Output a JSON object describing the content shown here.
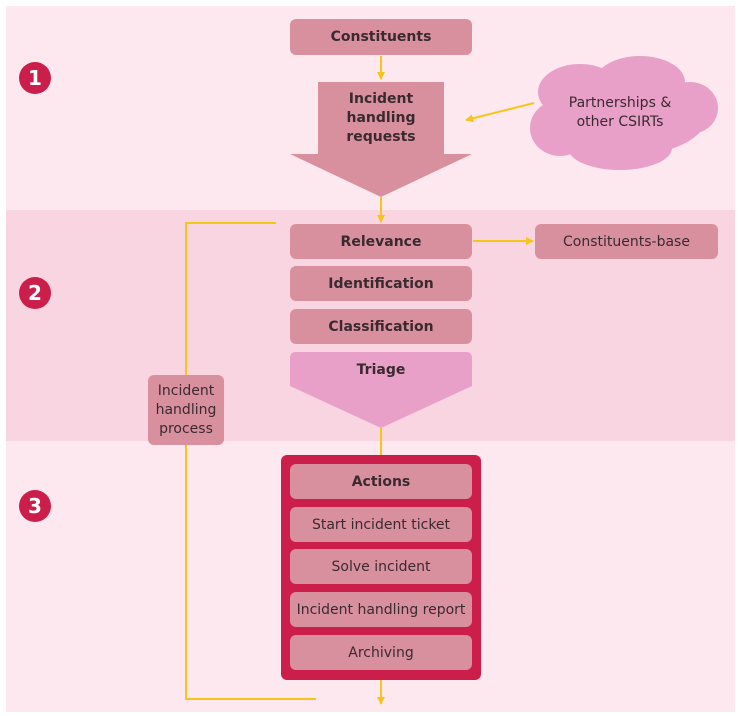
{
  "step_numbers": [
    "1",
    "2",
    "3"
  ],
  "section1": {
    "constituents": "Constituents",
    "requests": "Incident\nhandling\nrequests",
    "partners": "Partnerships &\nother CSIRTs"
  },
  "section2": {
    "relevance": "Relevance",
    "constituents_base": "Constituents-base",
    "identification": "Identification",
    "classification": "Classification",
    "triage": "Triage",
    "process": "Incident\nhandling\nprocess"
  },
  "section3": {
    "actions": "Actions",
    "items": [
      "Start incident ticket",
      "Solve incident",
      "Incident handling report",
      "Archiving"
    ]
  },
  "colors": {
    "band_light": "#fde8ef",
    "band_mid": "#f9d5e2",
    "box": "#d9909e",
    "cloud": "#e8a0c8",
    "accent_red": "#cc1e4a",
    "arrow_yellow": "#f5c518"
  }
}
